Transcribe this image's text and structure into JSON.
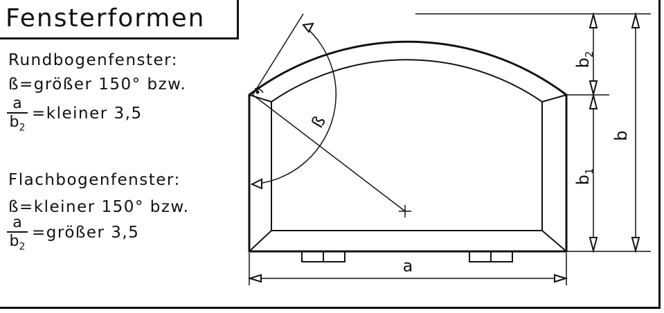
{
  "title": "Fensterformen",
  "section1": {
    "heading": "Rundbogenfenster:",
    "line1": "ß=größer 150° bzw.",
    "frac_num": "a",
    "frac_den": "b",
    "frac_den_sub": "2",
    "line2": "=kleiner 3,5"
  },
  "section2": {
    "heading": "Flachbogenfenster:",
    "line1": "ß=kleiner 150° bzw.",
    "frac_num": "a",
    "frac_den": "b",
    "frac_den_sub": "2",
    "line2": "=größer 3,5"
  },
  "drawing": {
    "label_a": "a",
    "label_b": "b",
    "label_b1": "b",
    "label_b1_sub": "1",
    "label_b2": "b",
    "label_b2_sub": "2",
    "label_beta": "ß"
  }
}
